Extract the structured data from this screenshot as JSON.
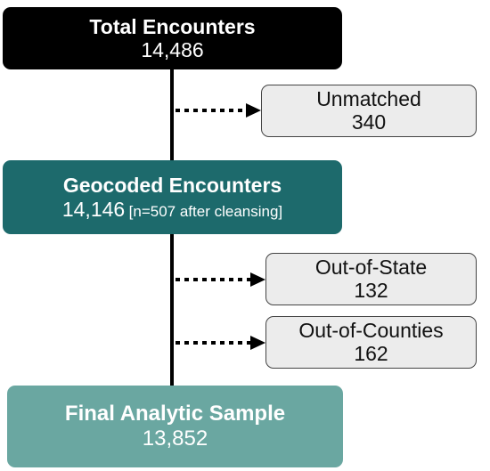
{
  "total": {
    "title": "Total Encounters",
    "count": "14,486"
  },
  "geocoded": {
    "title": "Geocoded Encounters",
    "count": "14,146",
    "note": "[n=507 after cleansing]"
  },
  "final": {
    "title": "Final Analytic Sample",
    "count": "13,852"
  },
  "exclusions": [
    {
      "label": "Unmatched",
      "count": "340"
    },
    {
      "label": "Out-of-State",
      "count": "132"
    },
    {
      "label": "Out-of-Counties",
      "count": "162"
    }
  ],
  "colors": {
    "total_box": "#000000",
    "geocoded_box": "#1d6a6c",
    "final_box": "#6aa7a1",
    "exclusion_box": "#ececec"
  }
}
